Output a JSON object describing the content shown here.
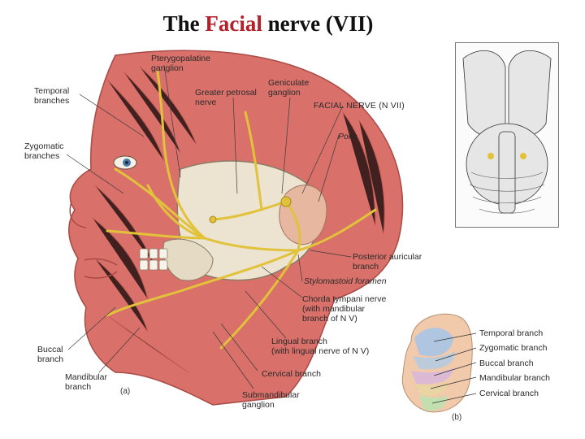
{
  "title": {
    "prefix": "The ",
    "accent": "Facial",
    "suffix": " nerve (VII)"
  },
  "figure_a": {
    "part_label": "(a)",
    "labels": {
      "pterygopalatine": "Pterygopalatine\nganglion",
      "temporal": "Temporal\nbranches",
      "greater_petrosal": "Greater petrosal\nnerve",
      "geniculate": "Geniculate\nganglion",
      "facial_nerve": "FACIAL NERVE (N VII)",
      "zygomatic": "Zygomatic\nbranches",
      "pons": "Pons",
      "posterior_auricular": "Posterior auricular\nbranch",
      "stylomastoid": "Stylomastoid foramen",
      "chorda_tympani": "Chorda tympani nerve\n(with mandibular\nbranch of N V)",
      "lingual": "Lingual branch\n(with lingual nerve of N V)",
      "buccal": "Buccal\nbranch",
      "cervical": "Cervical branch",
      "mandibular": "Mandibular\nbranch",
      "submandibular": "Submandibular\nganglion"
    }
  },
  "figure_b": {
    "part_label": "(b)",
    "labels": {
      "temporal": "Temporal branch",
      "zygomatic": "Zygomatic branch",
      "buccal": "Buccal branch",
      "mandibular": "Mandibular branch",
      "cervical": "Cervical branch"
    }
  },
  "colors": {
    "title_accent": "#b3202a",
    "nerve": "#e2c23a",
    "muscle": "#d9706a",
    "bone": "#ece3d0",
    "skin": "#f1c9ab"
  }
}
